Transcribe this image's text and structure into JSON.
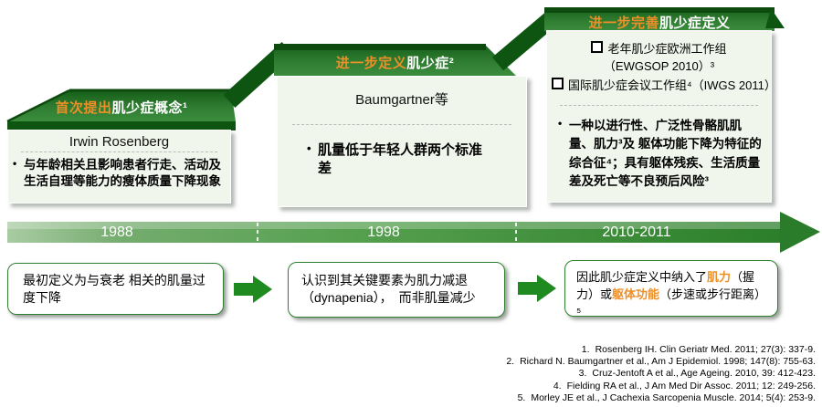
{
  "panels": [
    {
      "title_hl": "首次提出",
      "title_rest": "肌少症概念¹",
      "author": "Irwin Rosenberg",
      "bullet_dot": "•",
      "bullet": "与年龄相关且影响患者行走、活动及生活自理等能力的瘦体质量下降现象"
    },
    {
      "title_hl": "进一步定义",
      "title_rest": "肌少症²",
      "author": "Baumgartner等",
      "bullet_dot": "•",
      "bullet": "肌量低于年轻人群两个标准差"
    },
    {
      "title_hl": "进一步完善",
      "title_rest": "肌少症定义",
      "item1_l1": "老年肌少症欧洲工作组",
      "item1_l2": "（EWGSOP 2010）³",
      "item2": "国际肌少症会议工作组⁴（IWGS 2011）",
      "bullet_dot": "•",
      "bullet": "一种以进行性、广泛性骨骼肌肌量、肌力³及 躯体功能下降为特征的综合征⁴；具有躯体残疾、生活质量差及死亡等不良预后风险³"
    }
  ],
  "timeline": {
    "years": [
      "1988",
      "1998",
      "2010-2011"
    ]
  },
  "callouts": [
    {
      "text": "最初定义为与衰老 相关的肌量过度下降"
    },
    {
      "line1": "认识到其关键要素为肌力减退",
      "line2": "（dynapenia），　而非肌量减少"
    },
    {
      "seg1": "因此肌少症定义中纳入了",
      "hl1": "肌力",
      "seg2": "（握力）或",
      "hl2": "躯体功能",
      "seg3": "（步速或步行距离）⁵"
    }
  ],
  "references": [
    {
      "n": "1.",
      "t": "Rosenberg IH. Clin Geriatr Med. 2011; 27(3): 337-9."
    },
    {
      "n": "2.",
      "t": "Richard N. Baumgartner et al., Am J Epidemiol. 1998; 147(8): 755-63."
    },
    {
      "n": "3.",
      "t": "Cruz-Jentoft A et al., Age Ageing. 2010, 39: 412-423."
    },
    {
      "n": "4.",
      "t": "Fielding RA et al., J Am Med Dir Assoc. 2011; 12: 249-256."
    },
    {
      "n": "5.",
      "t": "Morley JE et al., J Cachexia Sarcopenia Muscle. 2014; 5(4): 253-9."
    }
  ],
  "colors": {
    "accent_orange": "#ED8F28",
    "dark_green": "#0E5511",
    "banner_green": "#2E7D31",
    "bar_green": "#55A04F"
  }
}
